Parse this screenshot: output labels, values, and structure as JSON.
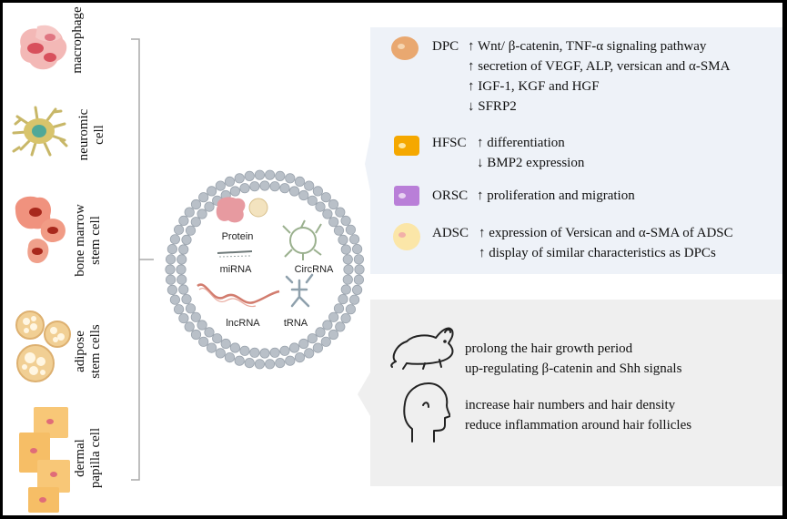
{
  "cell_sources": [
    {
      "name": "macrophage",
      "icon": "macrophage-icon"
    },
    {
      "name": "neuromic\ncell",
      "icon": "neuromic-cell-icon"
    },
    {
      "name": "bone marrow\nstem cell",
      "icon": "bone-marrow-stem-cell-icon"
    },
    {
      "name": "adipose\nstem cells",
      "icon": "adipose-stem-cells-icon"
    },
    {
      "name": "dermal\npapilla cell",
      "icon": "dermal-papilla-cell-icon"
    }
  ],
  "vesicle": {
    "molecules": [
      "Protein",
      "miRNA",
      "CircRNA",
      "lncRNA",
      "tRNA"
    ]
  },
  "effects": [
    {
      "label": "DPC",
      "icon": "dpc-icon",
      "color": "#e9a870",
      "lines": [
        "↑ Wnt/ β-catenin, TNF-α signaling pathway",
        "↑ secretion of  VEGF, ALP, versican and α-SMA",
        "↑ IGF-1, KGF and HGF",
        "↓ SFRP2"
      ]
    },
    {
      "label": "HFSC",
      "icon": "hfsc-icon",
      "color": "#f5a800",
      "lines": [
        "↑ differentiation",
        "↓ BMP2 expression"
      ]
    },
    {
      "label": "ORSC",
      "icon": "orsc-icon",
      "color": "#b97fd8",
      "lines": [
        "↑ proliferation and migration"
      ]
    },
    {
      "label": "ADSC",
      "icon": "adsc-icon",
      "color": "#fbe6a8",
      "lines": [
        "↑ expression of Versican and α-SMA of ADSC",
        "↑ display of similar characteristics as DPCs"
      ]
    }
  ],
  "outcomes": [
    {
      "icon": "mouse-icon",
      "lines": [
        "prolong the hair growth period",
        "up-regulating β-catenin and Shh signals"
      ]
    },
    {
      "icon": "human-head-icon",
      "lines": [
        "increase hair numbers and hair density",
        "reduce inflammation around hair follicles"
      ]
    }
  ]
}
